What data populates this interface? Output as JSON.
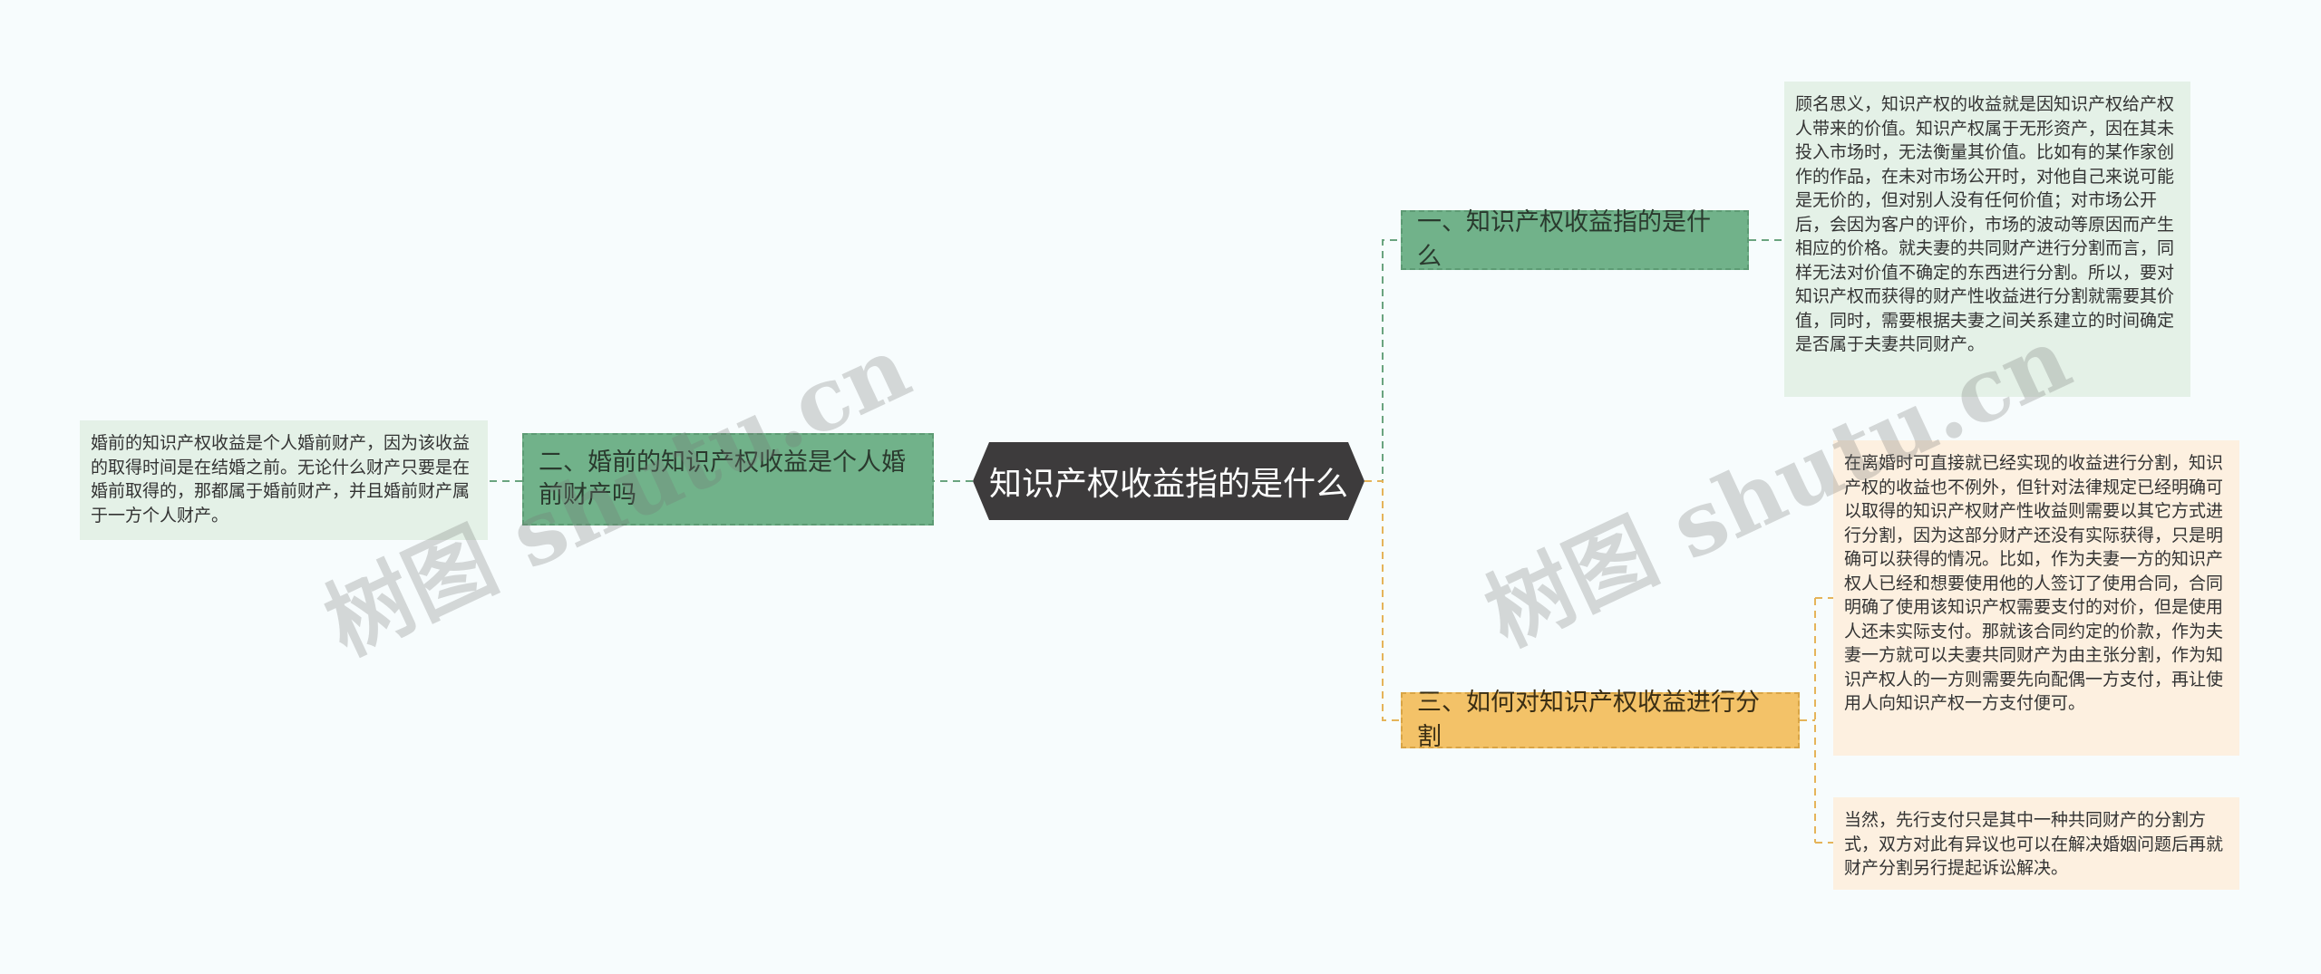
{
  "center": {
    "title": "知识产权收益指的是什么"
  },
  "branches": [
    {
      "label": "一、知识产权收益指的是什么",
      "color": "#71b28a"
    },
    {
      "label": "二、婚前的知识产权收益是个人婚前财产吗",
      "color": "#71b28a"
    },
    {
      "label": "三、如何对知识产权收益进行分割",
      "color": "#f3c268"
    }
  ],
  "leaves": [
    {
      "text": "顾名思义，知识产权的收益就是因知识产权给产权人带来的价值。知识产权属于无形资产，因在其未投入市场时，无法衡量其价值。比如有的某作家创作的作品，在未对市场公开时，对他自己来说可能是无价的，但对别人没有任何价值；对市场公开后，会因为客户的评价，市场的波动等原因而产生相应的价格。就夫妻的共同财产进行分割而言，同样无法对价值不确定的东西进行分割。所以，要对知识产权而获得的财产性收益进行分割就需要其价值，同时，需要根据夫妻之间关系建立的时间确定是否属于夫妻共同财产。"
    },
    {
      "text": "婚前的知识产权收益是个人婚前财产，因为该收益的取得时间是在结婚之前。无论什么财产只要是在婚前取得的，那都属于婚前财产，并且婚前财产属于一方个人财产。"
    },
    {
      "text": "在离婚时可直接就已经实现的收益进行分割，知识产权的收益也不例外，但针对法律规定已经明确可以取得的知识产权财产性收益则需要以其它方式进行分割，因为这部分财产还没有实际获得，只是明确可以获得的情况。比如，作为夫妻一方的知识产权人已经和想要使用他的人签订了使用合同，合同明确了使用该知识产权需要支付的对价，但是使用人还未实际支付。那就该合同约定的价款，作为夫妻一方就可以夫妻共同财产为由主张分割，作为知识产权人的一方则需要先向配偶一方支付，再让使用人向知识产权一方支付便可。"
    },
    {
      "text": "当然，先行支付只是其中一种共同财产的分割方式，双方对此有异议也可以在解决婚姻问题后再就财产分割另行提起诉讼解决。"
    }
  ],
  "watermark": {
    "text": "树图 shutu.cn"
  },
  "colors": {
    "green_line": "#6aa47f",
    "orange_line": "#e5b45a",
    "center_bg": "#3d3b3c"
  }
}
